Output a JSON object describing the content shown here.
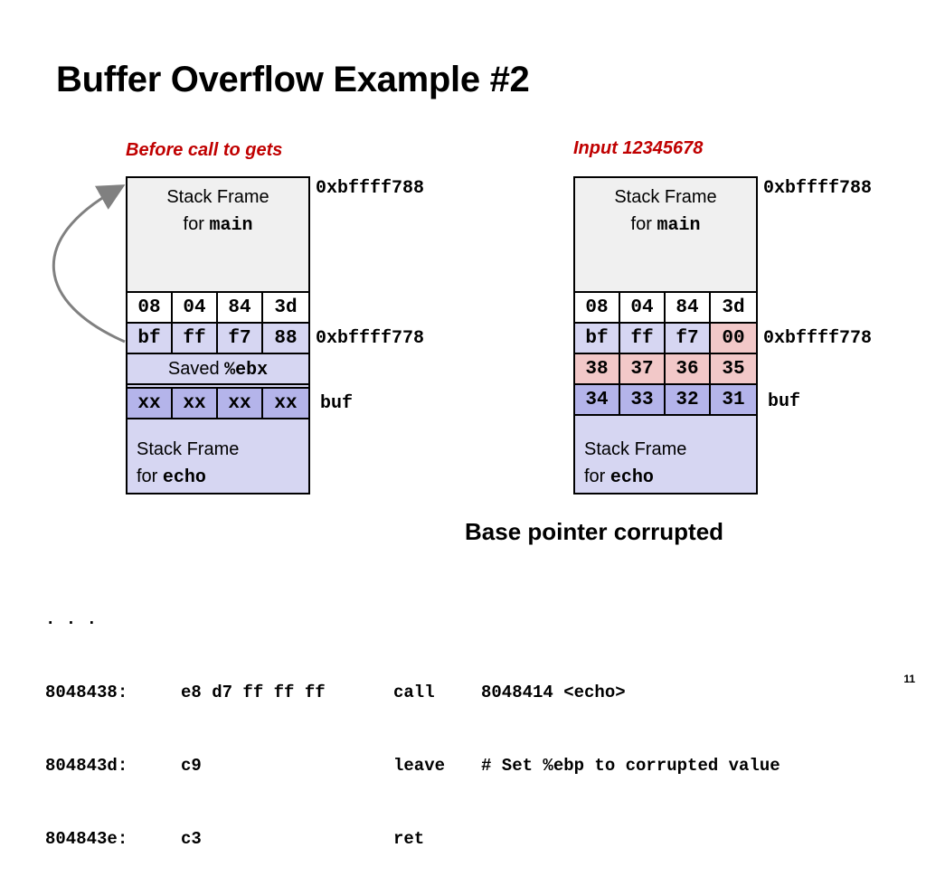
{
  "title": "Buffer Overflow Example #2",
  "left": {
    "caption": "Before call to gets",
    "main_frame": {
      "line1": "Stack Frame",
      "line2_prefix": "for ",
      "line2_code": "main"
    },
    "ret_row": [
      "08",
      "04",
      "84",
      "3d"
    ],
    "ebp_row": [
      "bf",
      "ff",
      "f7",
      "88"
    ],
    "saved": {
      "prefix": "Saved ",
      "code": "%ebx"
    },
    "buf_row": [
      "xx",
      "xx",
      "xx",
      "xx"
    ],
    "echo_frame": {
      "line1": "Stack Frame",
      "line2_prefix": "for ",
      "line2_code": "echo"
    },
    "addr_top": "0xbffff788",
    "addr_mid": "0xbffff778",
    "buf_label": "buf"
  },
  "right": {
    "caption": "Input 12345678",
    "main_frame": {
      "line1": "Stack Frame",
      "line2_prefix": "for ",
      "line2_code": "main"
    },
    "ret_row": [
      "08",
      "04",
      "84",
      "3d"
    ],
    "ebp_row": [
      "bf",
      "ff",
      "f7",
      "00"
    ],
    "saved_row": [
      "38",
      "37",
      "36",
      "35"
    ],
    "buf_row": [
      "34",
      "33",
      "32",
      "31"
    ],
    "echo_frame": {
      "line1": "Stack Frame",
      "line2_prefix": "for ",
      "line2_code": "echo"
    },
    "addr_top": "0xbffff788",
    "addr_mid": "0xbffff778",
    "buf_label": "buf"
  },
  "subheading": "Base pointer corrupted",
  "code_lines": [
    {
      "addr": ". . .",
      "bytes": "",
      "op": "",
      "args": ""
    },
    {
      "addr": "8048438:",
      "bytes": "e8 d7 ff ff ff",
      "op": "call",
      "args": "8048414 <echo>"
    },
    {
      "addr": "804843d:",
      "bytes": "c9",
      "op": "leave",
      "args": "# Set %ebp to corrupted value"
    },
    {
      "addr": "804843e:",
      "bytes": "c3",
      "op": "ret",
      "args": ""
    }
  ],
  "slide_number": "11",
  "colors": {
    "caption": "#c00000",
    "main_frame": "#f0f0f0",
    "echo_frame": "#d6d6f2",
    "buf_cells_left": "#b4b4ea",
    "corrupted": "#f2c8c8",
    "arrow": "#808080"
  },
  "icons": {
    "arrow": "curved-arrow-icon"
  }
}
